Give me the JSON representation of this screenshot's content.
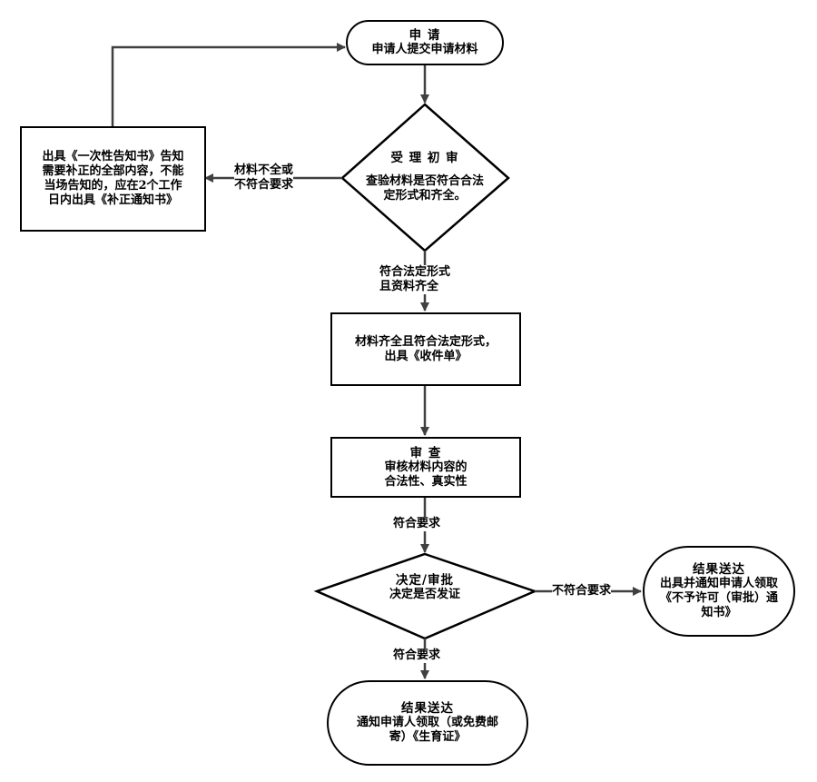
{
  "diagram": {
    "type": "flowchart",
    "nodes": {
      "apply": {
        "title": "申 请",
        "lines": [
          "申请人提交申请材料"
        ],
        "shape": "terminal"
      },
      "initial_review": {
        "title": "受 理 初 审",
        "lines": [
          "查验材料是否符合合法",
          "定形式和齐全。"
        ],
        "shape": "decision"
      },
      "notice_correction": {
        "lines": [
          "出具《一次性告知书》告知",
          "需要补正的全部内容，不能",
          "当场告知的，应在2个工作",
          "日内出具《补正通知书》"
        ],
        "shape": "process"
      },
      "receipt": {
        "lines": [
          "材料齐全且符合法定形式，",
          "出具《收件单》"
        ],
        "shape": "process"
      },
      "review": {
        "title": "审 查",
        "lines": [
          "审核材料内容的",
          "合法性、真实性"
        ],
        "shape": "process"
      },
      "decision": {
        "title": "决定/审批",
        "lines": [
          "决定是否发证"
        ],
        "shape": "decision"
      },
      "reject_delivery": {
        "title": "结果送达",
        "lines": [
          "出具并通知申请人领取",
          "《不予许可（审批）通",
          "知书》"
        ],
        "shape": "terminal"
      },
      "approve_delivery": {
        "title": "结果送达",
        "lines": [
          "通知申请人领取（或免费邮",
          "寄）《生育证》"
        ],
        "shape": "terminal"
      }
    },
    "edges": {
      "incomplete": {
        "from": "initial_review",
        "to": "notice_correction",
        "lines": [
          "材料不全或",
          "不符合要求"
        ]
      },
      "back_to_apply": {
        "from": "notice_correction",
        "to": "apply",
        "lines": []
      },
      "apply_to_review": {
        "from": "apply",
        "to": "initial_review",
        "lines": []
      },
      "complete": {
        "from": "initial_review",
        "to": "receipt",
        "lines": [
          "符合法定形式",
          "且资料齐全"
        ]
      },
      "receipt_to_review": {
        "from": "receipt",
        "to": "review",
        "lines": []
      },
      "meets_req_1": {
        "from": "review",
        "to": "decision",
        "lines": [
          "符合要求"
        ]
      },
      "not_meet": {
        "from": "decision",
        "to": "reject_delivery",
        "lines": [
          "不符合要求"
        ]
      },
      "meets_req_2": {
        "from": "decision",
        "to": "approve_delivery",
        "lines": [
          "符合要求"
        ]
      }
    },
    "colors": {
      "stroke": "#000000",
      "connector": "#404040",
      "background": "#ffffff"
    }
  }
}
